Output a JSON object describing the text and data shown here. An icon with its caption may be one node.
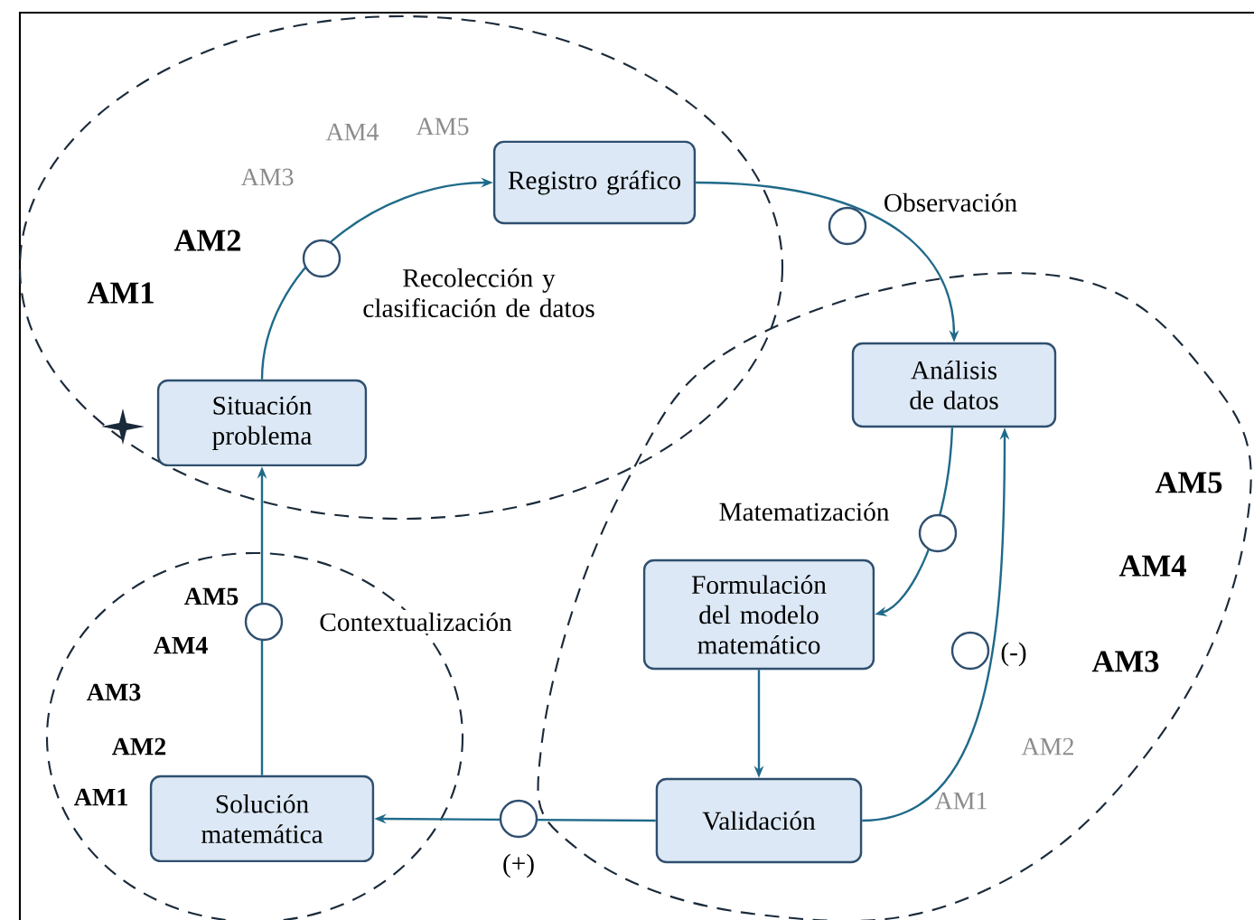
{
  "diagram": {
    "nodes": [
      {
        "text": [
          "Situación problema"
        ]
      },
      {
        "text": [
          "Registro gráfico"
        ]
      },
      {
        "text": [
          "Análisis de datos"
        ]
      },
      {
        "text": [
          "Formulación del modelo matemático"
        ]
      },
      {
        "text": [
          "Validación"
        ]
      },
      {
        "text": [
          "Solución matemática"
        ]
      }
    ],
    "edges": [
      {
        "from": 0,
        "to": 1,
        "arrow": "to",
        "label": "Recolección y clasificación de datos"
      },
      {
        "from": 1,
        "to": 2,
        "arrow": "to",
        "label": "Observación"
      },
      {
        "from": 2,
        "to": 3,
        "arrow": "to",
        "label": "Matematización"
      },
      {
        "from": 3,
        "to": 4,
        "arrow": "to"
      },
      {
        "from": 4,
        "to": 2,
        "arrow": "to",
        "label": "(-)"
      },
      {
        "from": 4,
        "to": 5,
        "arrow": "to",
        "label": "(+)"
      },
      {
        "from": 5,
        "to": 0,
        "arrow": "to",
        "label": "Contextualización"
      }
    ],
    "labels": [
      "AM5",
      "AM4",
      "AM3",
      "AM2",
      "AM1",
      "AM5",
      "AM4",
      "AM3",
      "AM2",
      "AM1",
      "AM5",
      "AM4",
      "AM3",
      "AM2",
      "AM1"
    ]
  }
}
